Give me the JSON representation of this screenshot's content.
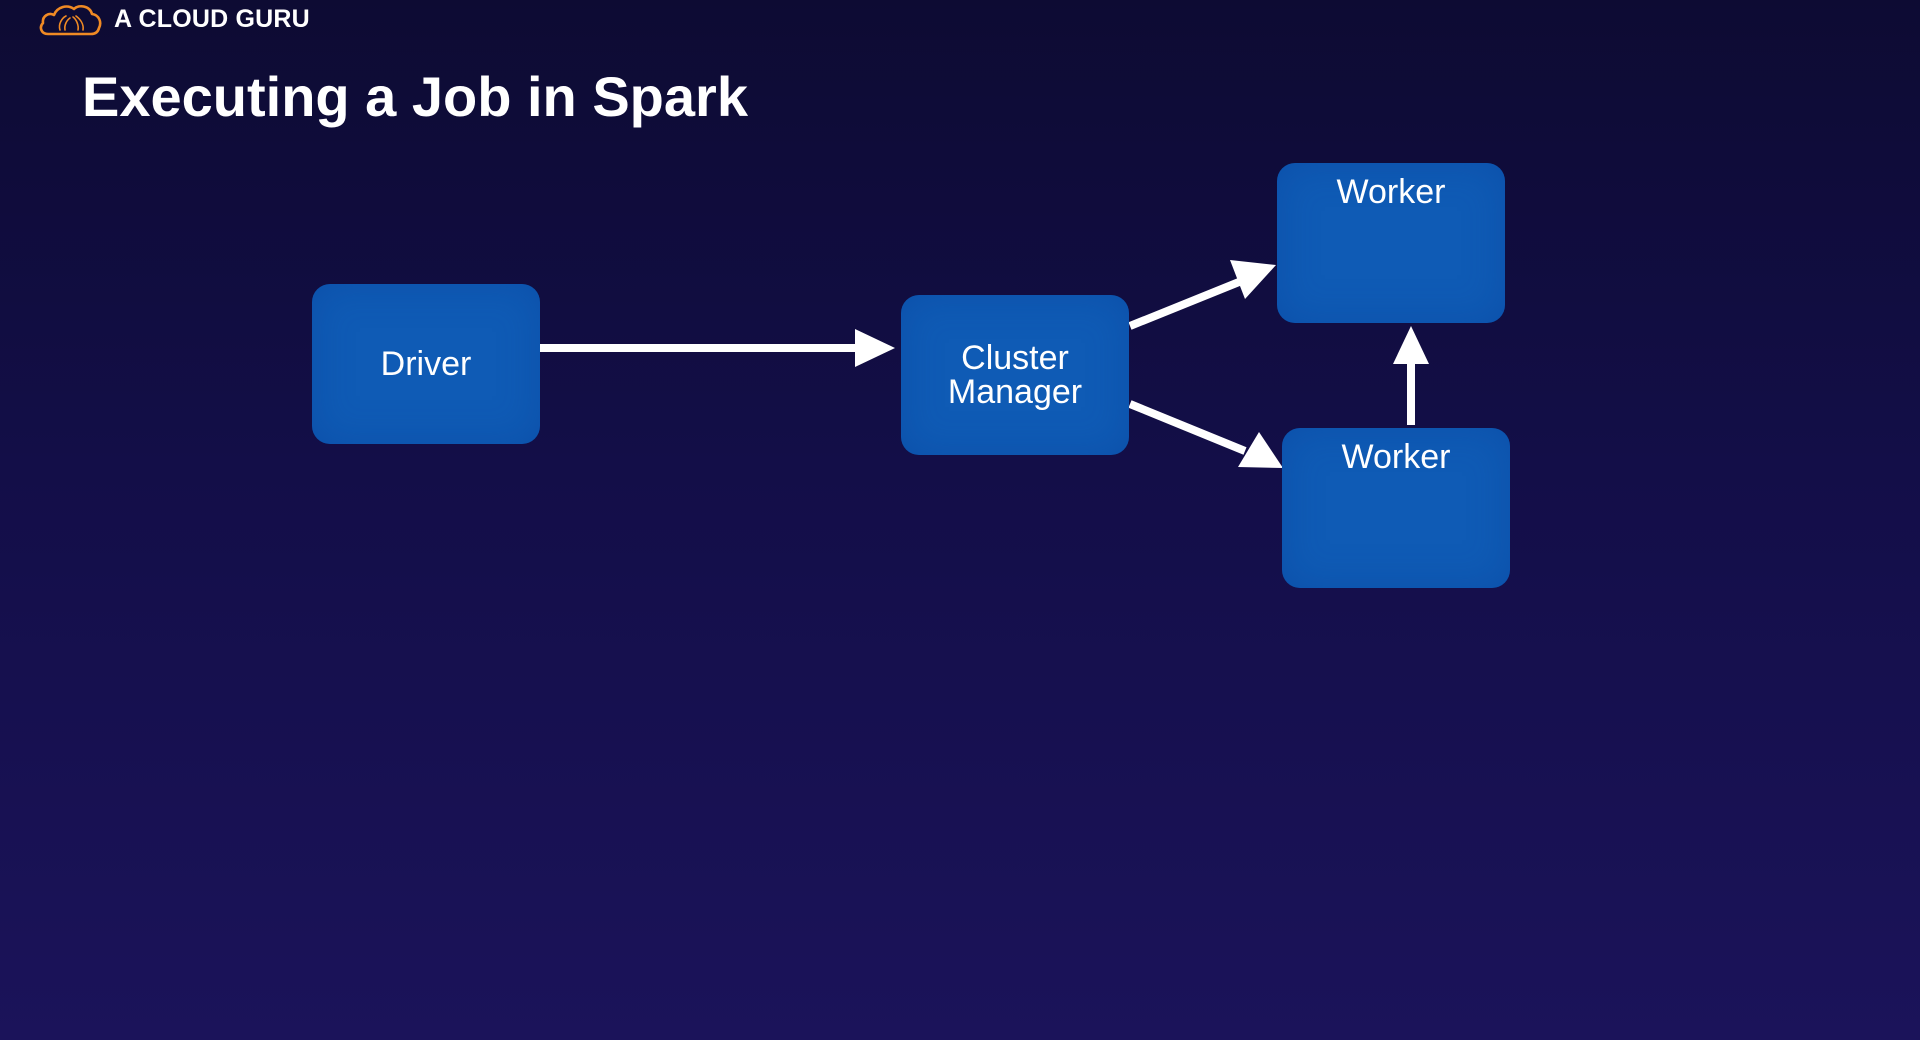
{
  "brand": {
    "name": "A CLOUD GURU",
    "logo_icon": "cloud-logo-icon",
    "logo_color": "#f08a24"
  },
  "slide": {
    "title": "Executing a Job in Spark"
  },
  "diagram": {
    "node_color": "#0f5bb5",
    "arrow_color": "#ffffff",
    "nodes": {
      "driver": {
        "label": "Driver"
      },
      "cluster_manager": {
        "label_lines": [
          "Cluster",
          "Manager"
        ]
      },
      "worker_top": {
        "label": "Worker"
      },
      "worker_bottom": {
        "label": "Worker"
      }
    },
    "edges": [
      {
        "from": "Driver",
        "to": "Cluster Manager"
      },
      {
        "from": "Cluster Manager",
        "to": "Worker (top)"
      },
      {
        "from": "Cluster Manager",
        "to": "Worker (bottom)"
      },
      {
        "from": "Worker (bottom)",
        "to": "Worker (top)"
      }
    ]
  }
}
